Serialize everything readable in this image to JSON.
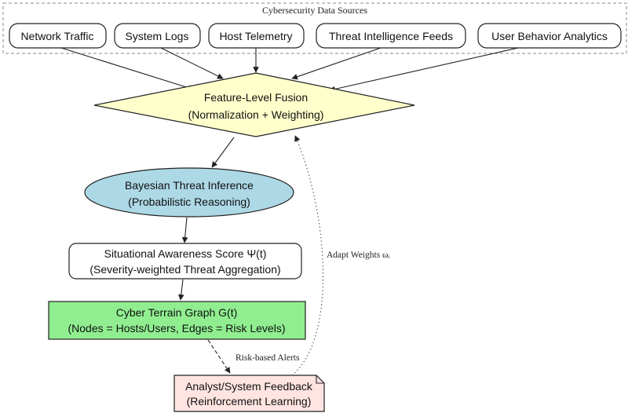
{
  "group": {
    "label": "Cybersecurity Data Sources"
  },
  "sources": [
    {
      "label": "Network Traffic"
    },
    {
      "label": "System Logs"
    },
    {
      "label": "Host Telemetry"
    },
    {
      "label": "Threat Intelligence Feeds"
    },
    {
      "label": "User Behavior Analytics"
    }
  ],
  "fusion": {
    "line1": "Feature-Level Fusion",
    "line2": "(Normalization + Weighting)",
    "fill": "#ffffcc"
  },
  "inference": {
    "line1": "Bayesian Threat Inference",
    "line2": "(Probabilistic Reasoning)",
    "fill": "#add8e6"
  },
  "score": {
    "line1": "Situational Awareness Score Ψ(t)",
    "line2": "(Severity-weighted Threat Aggregation)",
    "fill": "#ffffff"
  },
  "graph": {
    "line1": "Cyber Terrain Graph G(t)",
    "line2": "(Nodes = Hosts/Users, Edges = Risk Levels)",
    "fill": "#90ee90"
  },
  "feedback": {
    "line1": "Analyst/System Feedback",
    "line2": "(Reinforcement Learning)",
    "fill": "#ffe4e1"
  },
  "edges": {
    "alerts_label": "Risk-based Alerts",
    "adapt_label": "Adapt Weights ωᵢ"
  }
}
